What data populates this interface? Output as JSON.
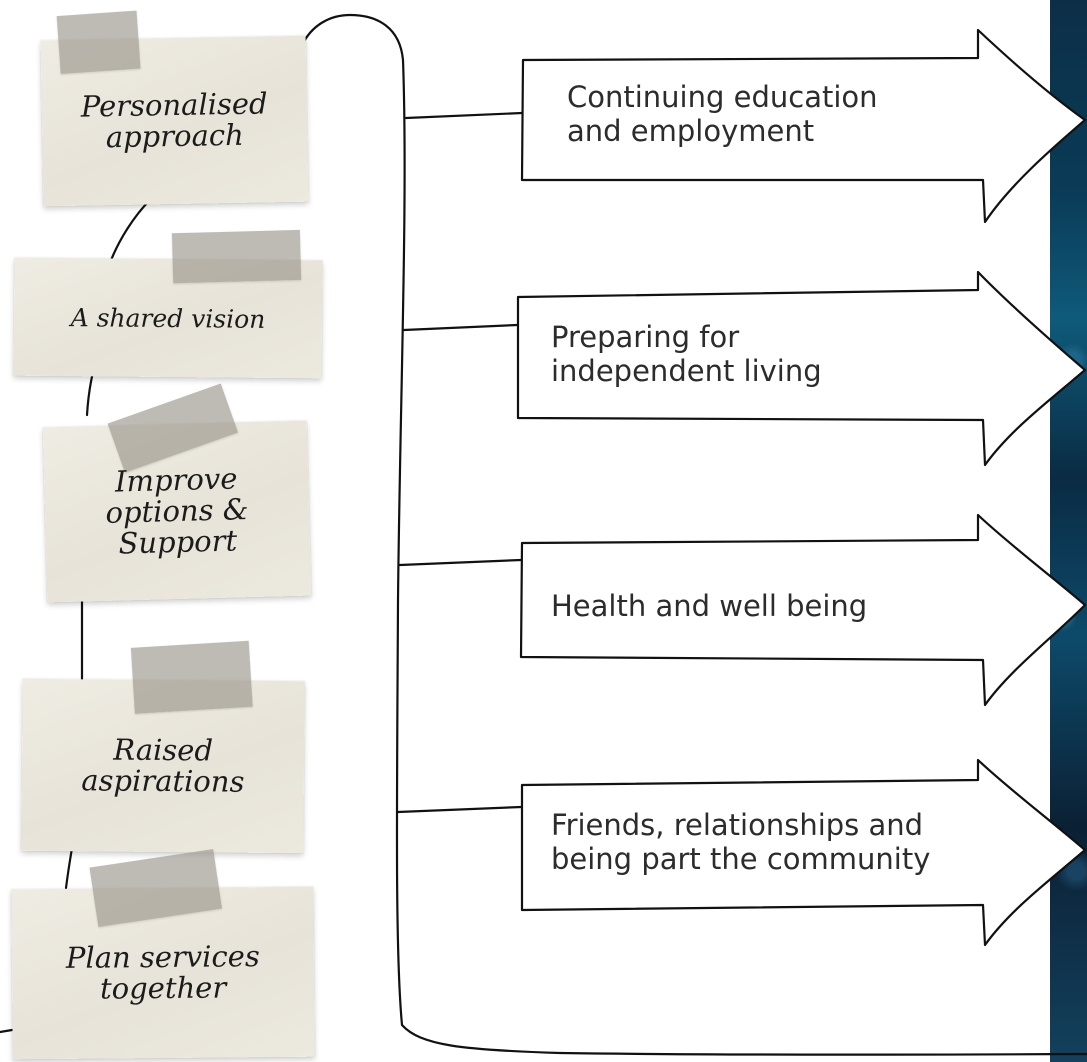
{
  "notes": [
    {
      "label": "Personalised\napproach"
    },
    {
      "label": "A shared vision"
    },
    {
      "label": "Improve\noptions &\nSupport"
    },
    {
      "label": "Raised\naspirations"
    },
    {
      "label": "Plan services\ntogether"
    }
  ],
  "outcomes": [
    {
      "label": "Continuing education\nand employment"
    },
    {
      "label": "Preparing for\nindependent living"
    },
    {
      "label": "Health and well being"
    },
    {
      "label": "Friends, relationships and\nbeing part the community"
    }
  ],
  "colors": {
    "note_paper": "#ebe8de",
    "tape": "#96928a",
    "line": "#111111",
    "text": "#2c2c2c",
    "side_panel": "#0c3a56"
  }
}
